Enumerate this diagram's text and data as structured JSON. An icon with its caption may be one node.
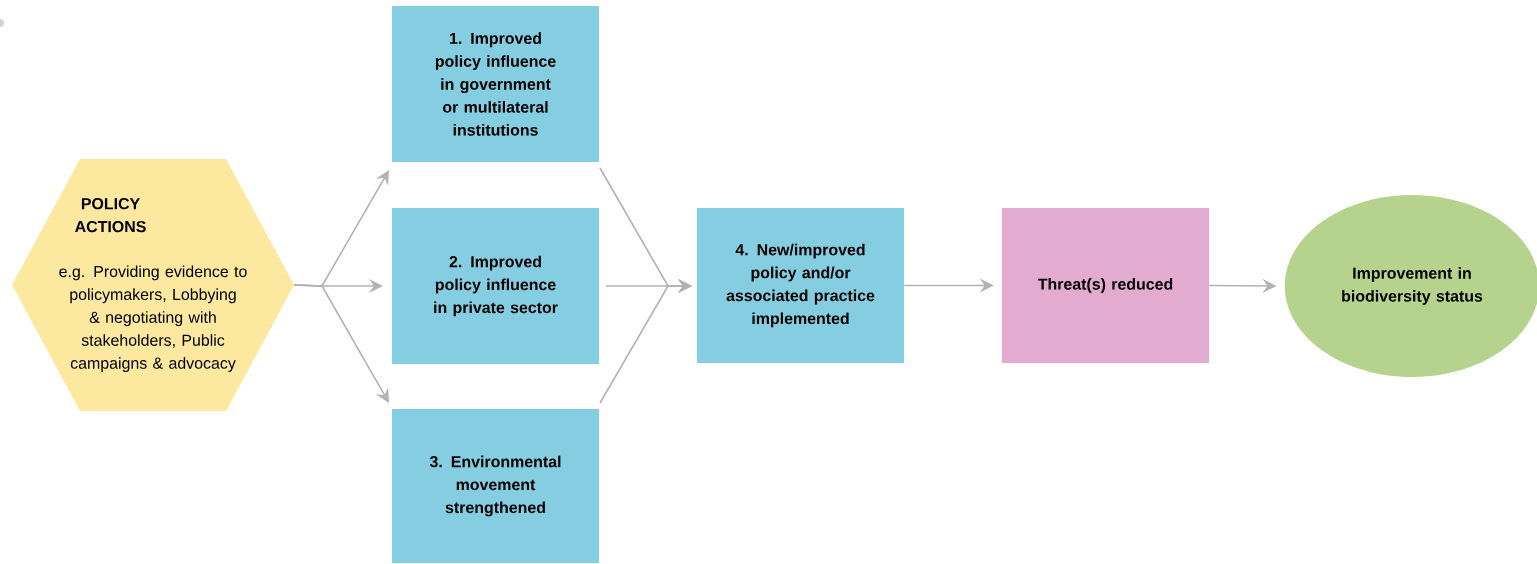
{
  "diagram": {
    "nodes": [
      {
        "text": [
          "POLICY ACTIONS",
          "e.g. Providing evidence to policymakers, Lobbying & negotiating with stakeholders, Public campaigns & advocacy"
        ]
      },
      {
        "text": [
          "1. Improved policy influence in government or multilateral institutions"
        ]
      },
      {
        "text": [
          "2. Improved policy influence in private sector"
        ]
      },
      {
        "text": [
          "3. Environmental movement strengthened"
        ]
      },
      {
        "text": [
          "4. New/improved policy and/or associated practice implemented"
        ]
      },
      {
        "text": [
          "Threat(s) reduced"
        ]
      },
      {
        "text": [
          "Improvement in biodiversity status"
        ]
      }
    ],
    "edges": [
      {
        "from": 0,
        "to": 1,
        "arrow": "to"
      },
      {
        "from": 0,
        "to": 2,
        "arrow": "to"
      },
      {
        "from": 0,
        "to": 3,
        "arrow": "to"
      },
      {
        "from": 1,
        "to": 4,
        "arrow": "to"
      },
      {
        "from": 2,
        "to": 4,
        "arrow": "to"
      },
      {
        "from": 3,
        "to": 4,
        "arrow": "to"
      },
      {
        "from": 4,
        "to": 5,
        "arrow": "to"
      },
      {
        "from": 5,
        "to": 6,
        "arrow": "to"
      }
    ]
  }
}
